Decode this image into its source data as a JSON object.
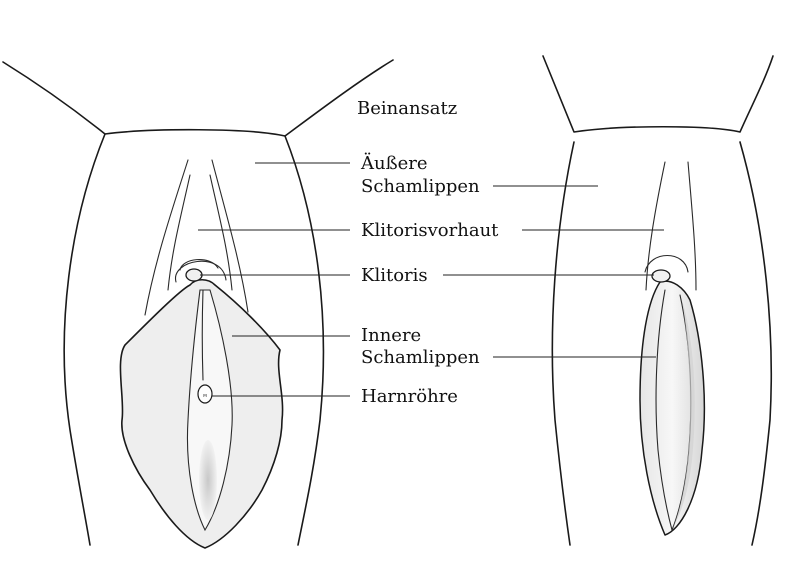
{
  "labels": {
    "beinansatz": "Beinansatz",
    "aeussere_line1": "Äußere",
    "aeussere_line2": "Schamlippen",
    "klitorisvorhaut": "Klitorisvorhaut",
    "klitoris": "Klitoris",
    "innere_line1": "Innere",
    "innere_line2": "Schamlippen",
    "harnroehre": "Harnröhre"
  },
  "colors": {
    "outline": "#1a1a1a",
    "labia_fill": "#eeeeee",
    "labia_shade": "#d4d4d4",
    "background": "#ffffff"
  }
}
